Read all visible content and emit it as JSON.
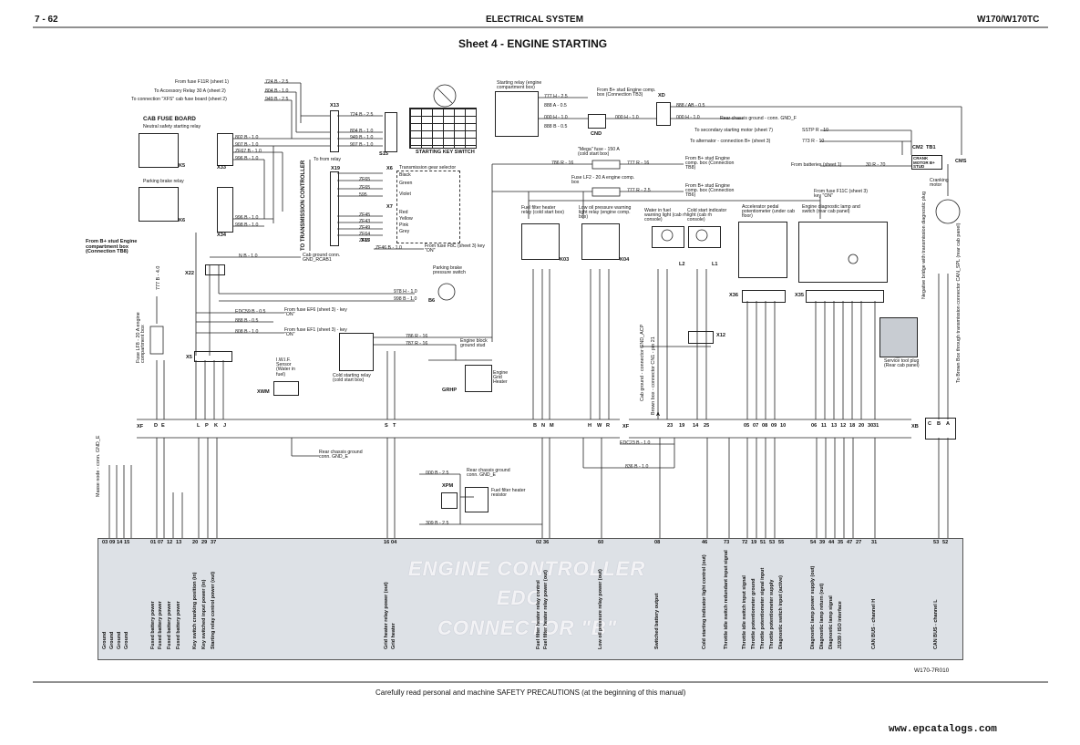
{
  "header": {
    "page_number": "7 - 62",
    "section": "ELECTRICAL SYSTEM",
    "model": "W170/W170TC"
  },
  "sheet_title": "Sheet 4 - ENGINE STARTING",
  "left_wires": [
    {
      "from": "From fuse F11R (sheet 1)",
      "wire": "724 B - 2.5"
    },
    {
      "from": "To Accessory Relay 30 A (sheet 2)",
      "wire": "804 B - 1.0"
    },
    {
      "from": "To connection \"XFS\" cab fuse board (sheet 2)",
      "wire": "949 B - 2.5"
    }
  ],
  "x13": {
    "label": "X13",
    "wires": [
      "724 B - 2.5",
      "804 B - 1.0",
      "949 B - 1.0",
      "907 B - 1.0"
    ]
  },
  "starting_key_switch": "STARTING KEY SWITCH",
  "s15": "S15",
  "cab_fuse_board": "CAB FUSE BOARD",
  "neutral_relay": "Neutral safety starting relay",
  "x33": "X33",
  "k5": "K5",
  "neutral_wires": [
    "802 B - 1.0",
    "907 B - 1.0",
    "ZF67 B - 1.0",
    "996 B - 1.0"
  ],
  "parking_brake_relay": "Parking brake relay",
  "k6": "K6",
  "x34": "X34",
  "parking_wires": [
    "996 B - 1.0",
    "998 B - 1.0"
  ],
  "to_transmission_controller": "TO TRANSMISSION CONTROLLER",
  "x19": "X19",
  "to_from_relay": "To from relay",
  "x6": "X6",
  "trans_gear_selector": "Transmission gear selector",
  "x6_colors": [
    "Black",
    "Green",
    "Violet"
  ],
  "x6_wires": [
    "ZF65",
    "ZF65",
    "595"
  ],
  "x7": "X7",
  "x7_colors": [
    "Red",
    "Yellow",
    "Pink",
    "Grey"
  ],
  "x7_wires": [
    "ZF45",
    "ZF43",
    "ZF49",
    "ZF64",
    "ZF67"
  ],
  "x15": "X15",
  "zf46": "ZF46 B - 1.0",
  "from_fuse_f8c": "From fuse F8C (sheet 3) key \"ON\"",
  "cab_ground": "Cab ground conn. GND_RCAB1",
  "nb_wire": "N B - 1.0",
  "parking_pressure_switch": "Parking brake pressure switch",
  "pb_wires": [
    "978 H - 1.0",
    "998 B - 1.0"
  ],
  "b6": "B6",
  "engine_comp_box": "From B+ stud Engine compartment box (Connection TB8)",
  "wire_777": "777 B - 4.0",
  "fuse_f8": "Fuse LF8 - 20 A engine compartment box",
  "x22": "X22",
  "edc59": "EDC59 B - 0.5",
  "from_fuse_ef6": "From fuse EF6 (sheet 3) - key \"ON\"",
  "wire_888": "888 B - 0.5",
  "wire_808": "808 B - 1.0",
  "from_fuse_ef1": "From fuse EF1 (sheet 3) - key \"ON\"",
  "x5": "X5",
  "starting_relay": "Starting relay (engine compartment box)",
  "from_b_stud_tb3": "From B+ stud Engine comp. box (Connection TB3)",
  "relay_wires": [
    "777 H - 2.5",
    "888 A - 0.5",
    "000 H - 1.0",
    "888 B - 0.5"
  ],
  "xd": "XD",
  "cnd": "CND",
  "xd_wires": [
    "888 / AB - 0.5",
    "000 H - 1.0"
  ],
  "rear_chassis_ground": "Rear chassis ground - conn. GND_F",
  "to_secondary_motor": "To secondary starting motor (sheet 7)",
  "sstp": "SSTP R - 10",
  "to_alternator": "To alternator - connection B+ (sheet 3)",
  "w773": "773 R - 10",
  "from_batteries": "From batteries (sheet 1)",
  "w30r": "30 R - 70",
  "motor_labels": [
    "CM2",
    "TB1",
    "CMS"
  ],
  "motor_box": "CRANK MOTOR B+ STUD",
  "cranking_motor": "Cranking motor",
  "mega_fuse": "\"Mega\" fuse - 150 A (cold start box)",
  "w786": "786 R - 16",
  "w777_16": "777 R - 16",
  "from_b_tb8": "From B+ stud Engine comp. box (Connection TB8)",
  "fuse_lf2": "Fuse LF2 - 20 A engine comp. box",
  "w777_25": "777 R - 2.5",
  "from_b_tb6": "From B+ stud Engine comp. box (Connection TB6)",
  "from_fuse_f11c": "From fuse F11C (sheet 3) key \"ON\"",
  "fuel_filter_relay": "Fuel filter heater relay (cold start box)",
  "k03": "K03",
  "low_oil": "Low oil pressure warning light relay (engine comp. box)",
  "k04": "K04",
  "water_fuel": "Water in fuel warning light (cab rh console)",
  "cold_start_ind": "Cold start indicator light (cab rh console)",
  "l2": "L2",
  "l1": "L1",
  "accel_pedal": "Accelerator pedal potentiometer (under cab floor)",
  "x36": "X36",
  "engine_diag": "Engine diagnostic lamp and switch (rear cab panel)",
  "x35": "X35",
  "negative_bridge": "Negative bridge with transmission diagnostic plug",
  "service_plug": "Service tool plug (Rear cab panel)",
  "to_brown_box": "To Brown Box through transmission connector CAN_SPL (rear cab panel)",
  "cold_start_relay": "Cold starting relay (cold start box)",
  "cs_wires": [
    "786 R - 16",
    "787 R - 16"
  ],
  "engine_block": "Engine block ground stud",
  "engine_grid": "Engine Grid Heater",
  "grhp": "GRHP",
  "iwif": "I.W.I.F. Sensor (Water in fuel)",
  "xwm": "XWM",
  "x12": "X12",
  "cab_ground_conn": "Cab ground - connector GND_ACP",
  "brown_box": "Brown box - connector CN1 - pin 21",
  "xf": "XF",
  "xb": "XB",
  "xf_left_pins": [
    "D",
    "E",
    "L",
    "P",
    "K",
    "J"
  ],
  "xf_mid_pins": [
    "S",
    "T"
  ],
  "xf_right_pins": [
    "B",
    "N",
    "M",
    "H",
    "W",
    "R"
  ],
  "xf_a": "A",
  "xf_nums_a": [
    "23",
    "19",
    "14",
    "25"
  ],
  "xf_nums_b": [
    "05",
    "07",
    "08",
    "09",
    "10"
  ],
  "xf_nums_c": [
    "06",
    "11",
    "13",
    "12",
    "18",
    "20",
    "30"
  ],
  "xf_31": "31",
  "xb_pins": [
    "C",
    "B",
    "A"
  ],
  "rear_chassis_gnd_e": "Rear chassis ground conn. GND_E",
  "edc23": "EDC23 B - 1.0",
  "w836": "836 B - 1.0",
  "fuel_filter_heater_res": "Fuel filter heater resistor",
  "xpm": "XPM",
  "w000": "000 B - 2.5",
  "w309": "309 B - 2.5",
  "rear_chassis_gnd_e2": "Rear chassis ground conn. GND_E",
  "mass_node": "Masse node - conn. GND_E",
  "ecu_pins": [
    "03",
    "09",
    "14",
    "15",
    "01",
    "07",
    "12",
    "13",
    "20",
    "29",
    "37",
    "16",
    "04",
    "02",
    "36",
    "60",
    "08",
    "46",
    "73",
    "72",
    "19",
    "51",
    "53",
    "55",
    "54",
    "39",
    "44",
    "35",
    "47",
    "27",
    "31",
    "53",
    "52"
  ],
  "ecu_functions": [
    "Ground",
    "Ground",
    "Ground",
    "Ground",
    "Fused battery power",
    "Fused battery power",
    "Fused battery power",
    "Fused battery power",
    "Key switch cranking position (in)",
    "Key switched input power (in)",
    "Starting relay control power (out)",
    "Grid heater relay power (out)",
    "Grid heater",
    "Fuel filter heater relay control",
    "Fuel filter heater relay power (out)",
    "Low oil pressure relay power (out)",
    "Switched battery output",
    "Cold starting indicator light control (out)",
    "Throttle idle switch redundant input signal",
    "Throttle idle switch input signal",
    "Throttle potentiometer ground",
    "Throttle potentiometer signal input",
    "Throttle potentiometer supply",
    "Diagnostic switch input (active)",
    "Diagnostic lamp power supply (out)",
    "Diagnostic lamp return (out)",
    "Diagnostic lamp signal",
    "J1939 / ISO interface",
    "CAN BUS - channel H",
    "CAN BUS - channel L"
  ],
  "watermark": [
    "ENGINE CONTROLLER",
    "EDC",
    "CONNECTOR \"B\""
  ],
  "figure_code": "W170-7R010",
  "footer": "Carefully read personal and machine SAFETY PRECAUTIONS (at the beginning of this manual)",
  "url": "www.epcatalogs.com"
}
